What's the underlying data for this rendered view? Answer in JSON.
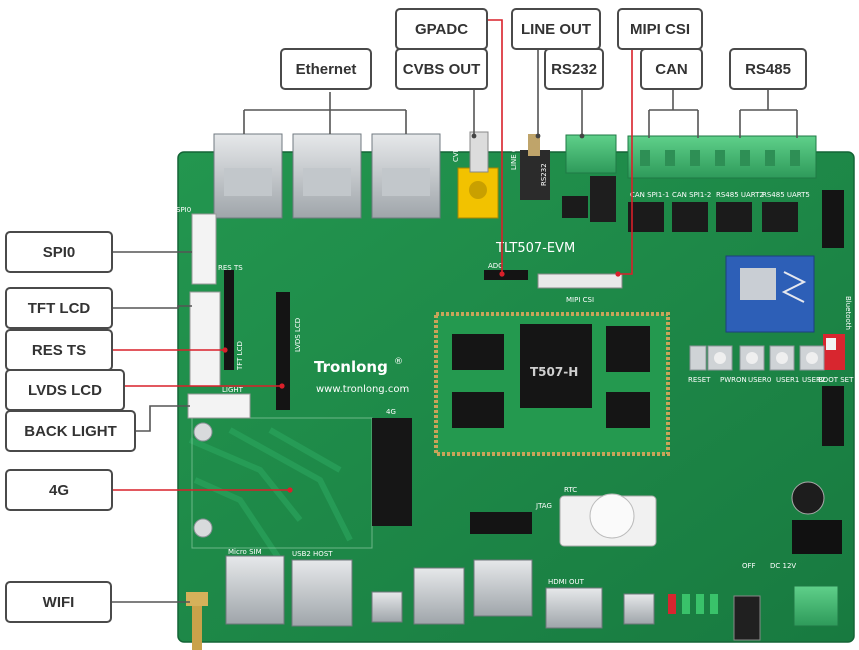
{
  "board": {
    "brand": "Tronlong",
    "trademark": "®",
    "website": "www.tronlong.com",
    "model": "TLT507-EVM",
    "som_chip": "T507-H",
    "silk": {
      "spi": "SPI0",
      "res_ts": "RES TS",
      "lvds": "LVDS LCD",
      "tft": "TFT LCD",
      "light": "LIGHT",
      "mipi": "MIPI CSI",
      "adc": "ADC",
      "rtc": "RTC",
      "jtag": "JTAG",
      "g4": "4G",
      "micro_sim": "Micro SIM",
      "usb2_host": "USB2 HOST",
      "hdmi_out": "HDMI OUT",
      "dc12v": "DC 12V",
      "off": "OFF",
      "reset": "RESET",
      "pwron": "PWRON",
      "user0": "USER0",
      "user1": "USER1",
      "user2": "USER2",
      "boot_set": "BOOT SET",
      "bluetooth": "Bluetooth",
      "cvbs_out": "CVBS OUT",
      "line_out": "LINE OUT",
      "rs232": "RS232",
      "can1": "CAN SPI1-1",
      "can2": "CAN SPI1-2",
      "rs485_1": "RS485 UART2",
      "rs485_2": "RS485 UART5"
    }
  },
  "labels": {
    "gpadc": "GPADC",
    "line_out": "LINE OUT",
    "mipi_csi": "MIPI CSI",
    "ethernet": "Ethernet",
    "cvbs_out": "CVBS OUT",
    "rs232": "RS232",
    "can": "CAN",
    "rs485": "RS485",
    "spi0": "SPI0",
    "tft_lcd": "TFT LCD",
    "res_ts": "RES TS",
    "lvds_lcd": "LVDS LCD",
    "back_light": "BACK LIGHT",
    "g4": "4G",
    "wifi": "WIFI"
  },
  "colors": {
    "pcb": "#1f8a4c",
    "label_border": "#4a4a4a",
    "callout_red": "#d9202a",
    "callout_dark": "#555555"
  }
}
